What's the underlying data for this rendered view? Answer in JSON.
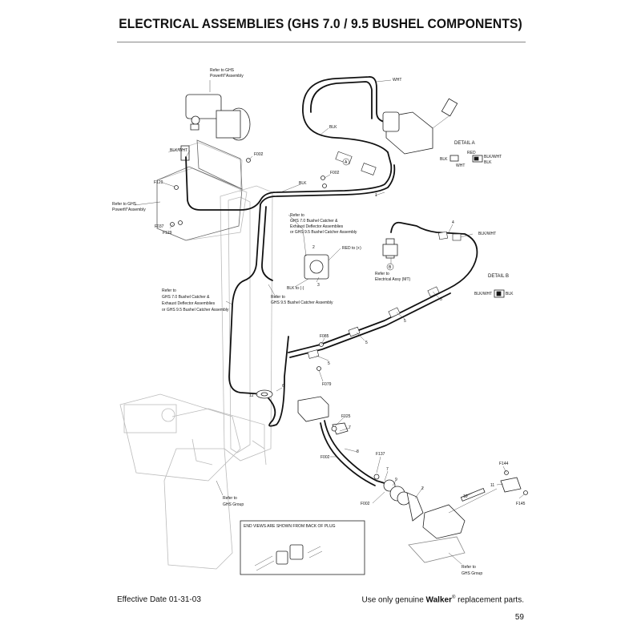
{
  "header": {
    "title": "ELECTRICAL ASSEMBLIES (GHS 7.0 / 9.5 BUSHEL COMPONENTS)"
  },
  "footer": {
    "effective_date": "Effective Date 01-31-03",
    "tagline_prefix": "Use only genuine",
    "brand": "Walker",
    "brand_mark": "®",
    "tagline_suffix": "replacement parts.",
    "page_number": "59"
  },
  "labels": {
    "refer_powerfil_top_1": "Refer to GHS",
    "refer_powerfil_top_2": "Powerfil",
    "refer_powerfil_top_3": "Assembly",
    "refer_powerfil_left_1": "Refer to GHS",
    "refer_powerfil_left_2": "Powerfil",
    "refer_powerfil_left_3": "Assembly",
    "trademark_sup": "®",
    "blk_wht_left": "BLK/WHT",
    "f002_a": "F002",
    "f002_b": "F002",
    "f002_c": "F002",
    "f002_d": "F002",
    "f129_a": "F129",
    "f129_b": "F129",
    "f037": "F037",
    "wht": "WHT",
    "blk_a": "BLK",
    "blk_b": "BLK",
    "callout_a": "A",
    "callout_b": "B",
    "item_1": "1",
    "item_2": "2",
    "item_3": "3",
    "item_4": "4",
    "item_5a": "5",
    "item_5b": "5",
    "item_5c": "5",
    "item_5d": "5",
    "item_6": "6",
    "item_7a": "7",
    "item_7b": "7",
    "item_8": "8",
    "item_9": "9",
    "item_10": "10",
    "item_11": "11",
    "item_12": "12",
    "item_2b": "2",
    "refer_catcher_1": "Refer to",
    "refer_catcher_2": "GHS 7.0 Bushel Catcher &",
    "refer_catcher_3": "Exhaust Deflector Assemblies",
    "refer_catcher_4": "or GHS 9.5 Bushel Catcher Assembly",
    "refer_catcher_mid_1": "Refer to",
    "refer_catcher_mid_2": "GHS 9.5 Bushel Catcher Assembly",
    "refer_catcher_left_1": "Refer to",
    "refer_catcher_left_2": "GHS 7.0 Bushel Catcher &",
    "refer_catcher_left_3": "Exhaust Deflector Assemblies",
    "refer_catcher_left_4": "or GHS 9.5 Bushel Catcher Assembly",
    "red_plus": "RED to (+)",
    "blk_minus": "BLK to (-)",
    "blk_wht_right": "BLK/WHT",
    "refer_elec_1": "Refer to",
    "refer_elec_2": "Electrical Assy (MT)",
    "detail_a": "DETAIL A",
    "detail_a_blk": "BLK",
    "detail_a_red": "RED",
    "detail_a_wht": "WHT",
    "detail_a_blkwht": "BLK/WHT",
    "detail_a_blk2": "BLK",
    "detail_b": "DETAIL B",
    "detail_b_blkwht": "BLK/WHT",
    "detail_b_blk": "BLK",
    "f085": "F085",
    "f079": "F079",
    "f025": "F025",
    "f137": "F137",
    "f144": "F144",
    "f145": "F145",
    "refer_ghs_group_1": "Refer to",
    "refer_ghs_group_2": "GHS Group",
    "refer_ghs_group_b1": "Refer to",
    "refer_ghs_group_b2": "GHS Group",
    "end_views": "END VIEWS ARE SHOWN FROM BACK OF PLUG"
  }
}
